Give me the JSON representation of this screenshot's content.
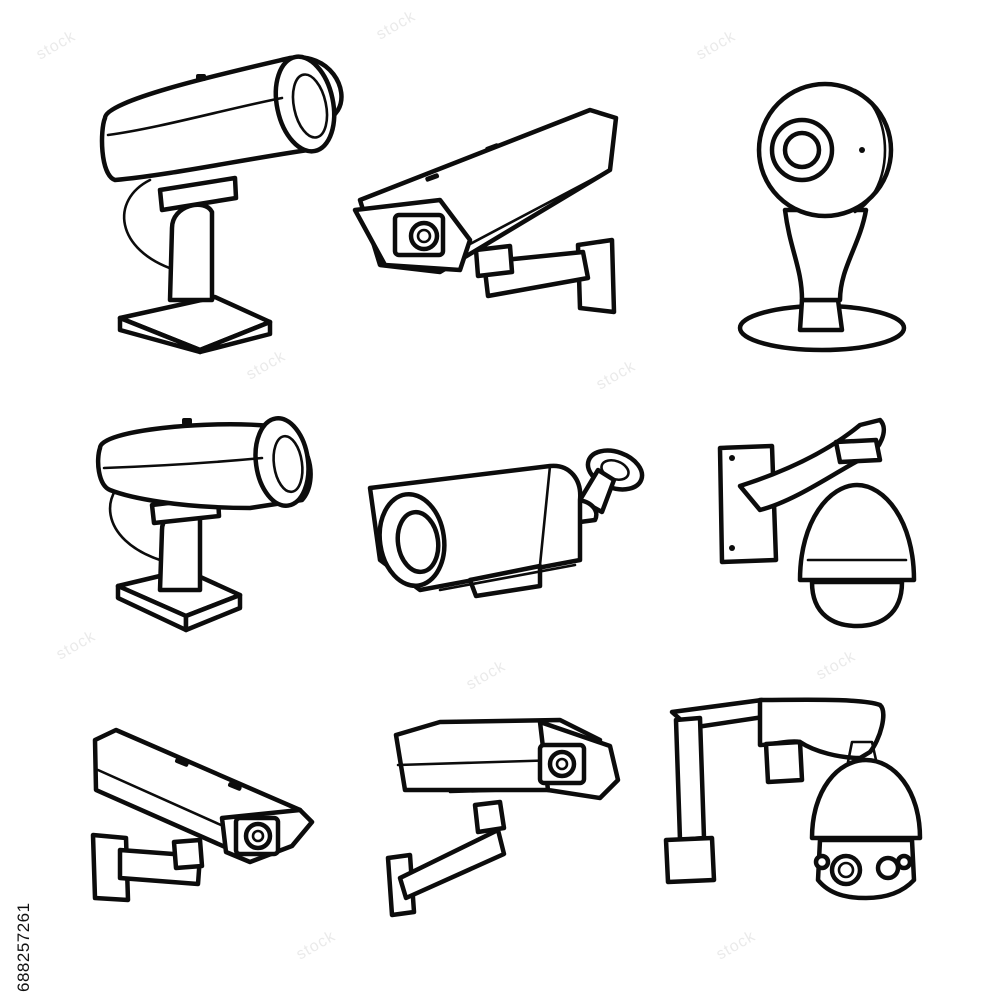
{
  "image": {
    "background": "#ffffff",
    "ink_color": "#0c0c0c",
    "description_grid": "3x3 line-art security cameras",
    "cameras": [
      {
        "name": "bullet-camera-desk-stand"
      },
      {
        "name": "box-camera-wall-mount"
      },
      {
        "name": "round-home-camera-stand"
      },
      {
        "name": "bullet-camera-desk-stand-small"
      },
      {
        "name": "bullet-camera-wall-bracket"
      },
      {
        "name": "ptz-dome-camera-wall-arm"
      },
      {
        "name": "box-camera-wall-mount-left"
      },
      {
        "name": "box-camera-wall-mount-right"
      },
      {
        "name": "ptz-dome-camera-pendant"
      }
    ]
  },
  "watermark": {
    "text": "stock"
  },
  "stock_id": "688257261"
}
